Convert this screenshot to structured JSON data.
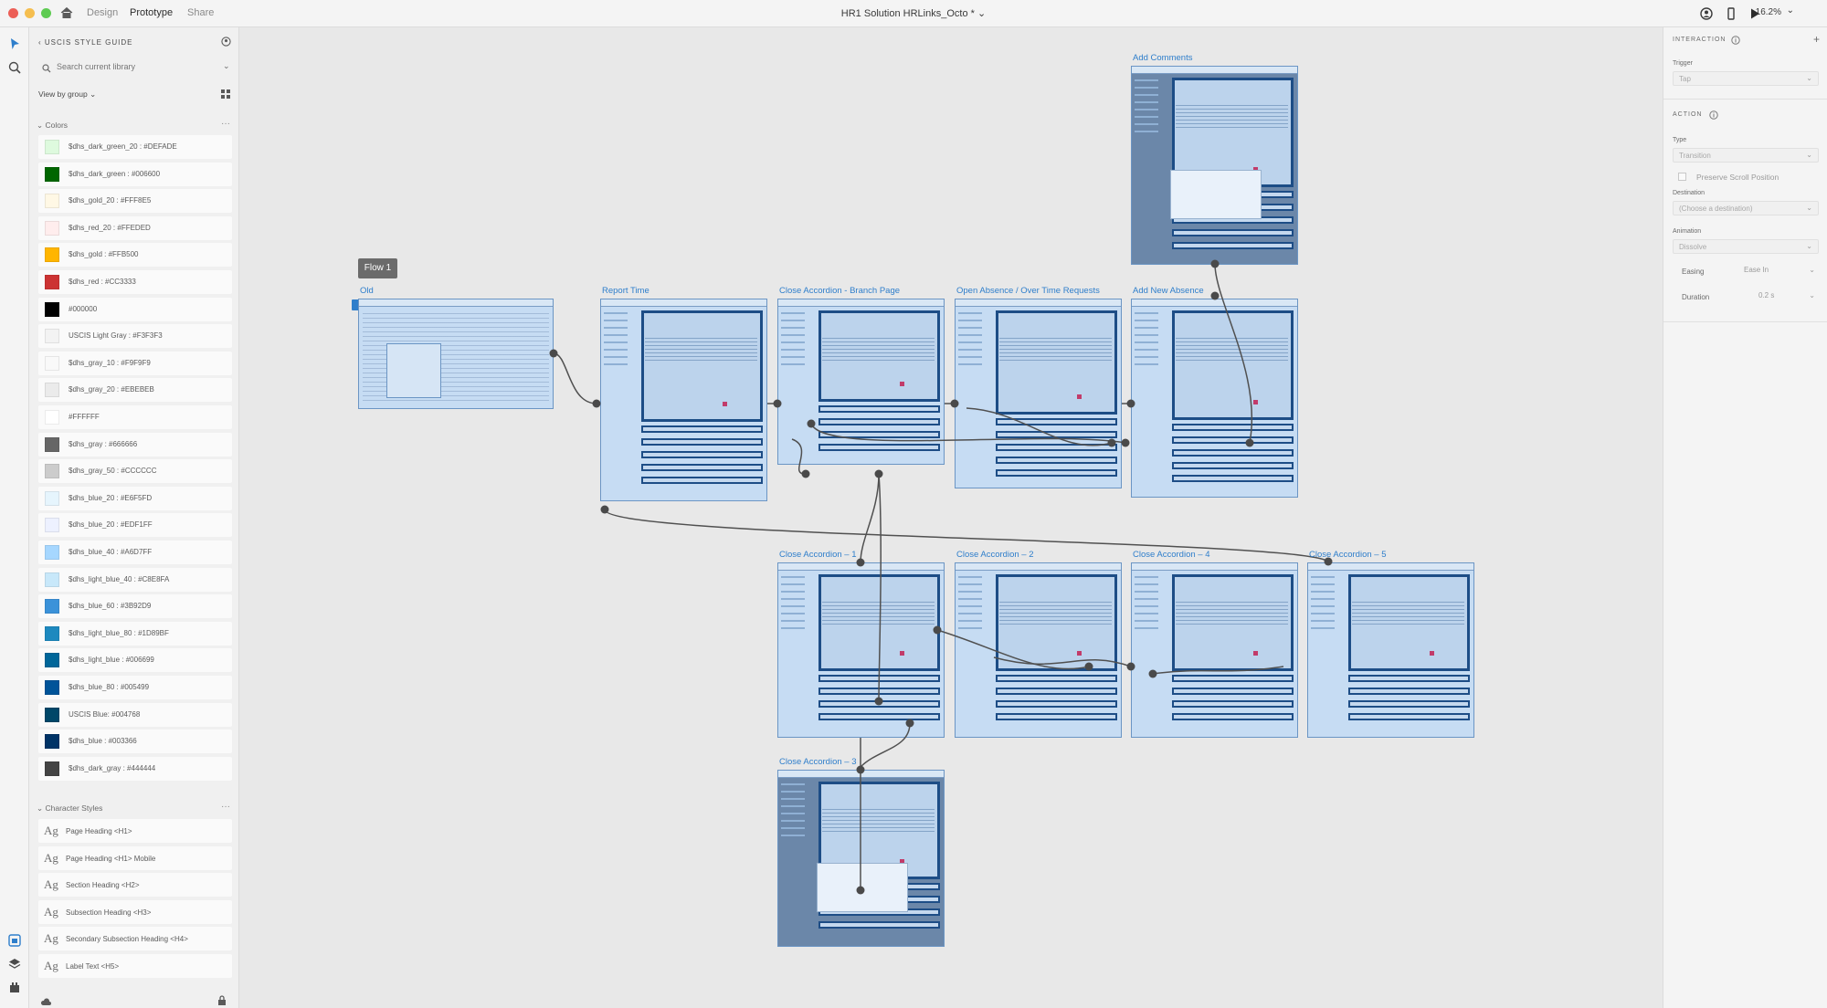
{
  "titlebar": {
    "tabs": [
      "Design",
      "Prototype",
      "Share"
    ],
    "active_tab": "Prototype",
    "document_title": "HR1 Solution HRLinks_Octo *",
    "zoom": "16.2%"
  },
  "library": {
    "name": "USCIS STYLE GUIDE",
    "search_placeholder": "Search current library",
    "view_by": "View by group",
    "colors_heading": "Colors",
    "colors": [
      {
        "label": "$dhs_dark_green_20 : #DEFADE",
        "hex": "#DEFADE"
      },
      {
        "label": "$dhs_dark_green : #006600",
        "hex": "#006600"
      },
      {
        "label": "$dhs_gold_20 : #FFF8E5",
        "hex": "#FFF8E5"
      },
      {
        "label": "$dhs_red_20 : #FFEDED",
        "hex": "#FFEDED"
      },
      {
        "label": "$dhs_gold : #FFB500",
        "hex": "#FFB500"
      },
      {
        "label": "$dhs_red : #CC3333",
        "hex": "#CC3333"
      },
      {
        "label": "#000000",
        "hex": "#000000"
      },
      {
        "label": "USCIS Light Gray : #F3F3F3",
        "hex": "#F3F3F3"
      },
      {
        "label": "$dhs_gray_10 : #F9F9F9",
        "hex": "#F9F9F9"
      },
      {
        "label": "$dhs_gray_20 : #EBEBEB",
        "hex": "#EBEBEB"
      },
      {
        "label": "#FFFFFF",
        "hex": "#FFFFFF"
      },
      {
        "label": "$dhs_gray : #666666",
        "hex": "#666666"
      },
      {
        "label": "$dhs_gray_50 : #CCCCCC",
        "hex": "#CCCCCC"
      },
      {
        "label": "$dhs_blue_20 : #E6F5FD",
        "hex": "#E6F5FD"
      },
      {
        "label": "$dhs_blue_20 : #EDF1FF",
        "hex": "#EDF1FF"
      },
      {
        "label": "$dhs_blue_40 : #A6D7FF",
        "hex": "#A6D7FF"
      },
      {
        "label": "$dhs_light_blue_40 : #C8E8FA",
        "hex": "#C8E8FA"
      },
      {
        "label": "$dhs_blue_60 : #3B92D9",
        "hex": "#3B92D9"
      },
      {
        "label": "$dhs_light_blue_80 : #1D89BF",
        "hex": "#1D89BF"
      },
      {
        "label": "$dhs_light_blue : #006699",
        "hex": "#006699"
      },
      {
        "label": "$dhs_blue_80 : #005499",
        "hex": "#005499"
      },
      {
        "label": "USCIS Blue: #004768",
        "hex": "#004768"
      },
      {
        "label": "$dhs_blue : #003366",
        "hex": "#003366"
      },
      {
        "label": "$dhs_dark_gray : #444444",
        "hex": "#444444"
      }
    ],
    "char_styles_heading": "Character Styles",
    "char_styles": [
      "Page Heading <H1>",
      "Page Heading <H1> Mobile",
      "Section Heading <H2>",
      "Subsection Heading <H3>",
      "Secondary Subsection Heading <H4>",
      "Label Text <H5>"
    ]
  },
  "canvas": {
    "flow_name": "Flow 1",
    "artboards": [
      "Old",
      "Report Time",
      "Close Accordion - Branch Page",
      "Open Absence / Over Time Requests",
      "Add New Absence",
      "Add Comments",
      "Close Accordion – 1",
      "Close Accordion – 2",
      "Close Accordion – 4",
      "Close Accordion – 5",
      "Close Accordion – 3"
    ]
  },
  "interaction": {
    "heading": "INTERACTION",
    "trigger_label": "Trigger",
    "trigger_value": "Tap",
    "action_heading": "ACTION",
    "type_label": "Type",
    "type_value": "Transition",
    "preserve_scroll": "Preserve Scroll Position",
    "destination_label": "Destination",
    "destination_value": "(Choose a destination)",
    "animation_label": "Animation",
    "animation_value": "Dissolve",
    "easing_label": "Easing",
    "easing_value": "Ease In",
    "duration_label": "Duration",
    "duration_value": "0.2 s"
  }
}
